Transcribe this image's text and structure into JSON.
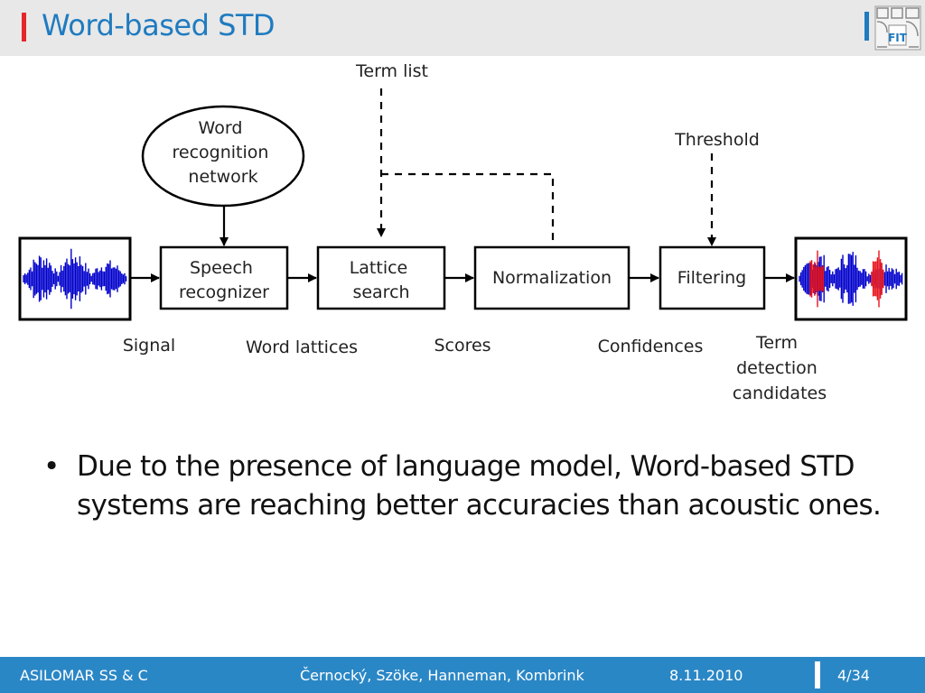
{
  "header": {
    "title": "Word-based STD"
  },
  "diagram": {
    "term_list": "Term list",
    "network": [
      "Word",
      "recognition",
      "network"
    ],
    "threshold": "Threshold",
    "boxes": {
      "speech": [
        "Speech",
        "recognizer"
      ],
      "lattice": [
        "Lattice",
        "search"
      ],
      "normalization": "Normalization",
      "filtering": "Filtering"
    },
    "labels": {
      "signal": "Signal",
      "word_lattices": "Word lattices",
      "scores": "Scores",
      "confidences": "Confidences",
      "detection": [
        "Term",
        "detection",
        "candidates"
      ]
    },
    "colors": {
      "waveform": "#0000cc",
      "detection": "#e8141c"
    }
  },
  "bullets": [
    {
      "text": "Due to the presence of language model, Word-based STD systems are reaching better accuracies than acoustic ones."
    }
  ],
  "footer": {
    "left": "ASILOMAR SS & C",
    "authors": "Černocký, Szöke, Hanneman, Kombrink",
    "date": "8.11.2010",
    "page": "4/34"
  }
}
